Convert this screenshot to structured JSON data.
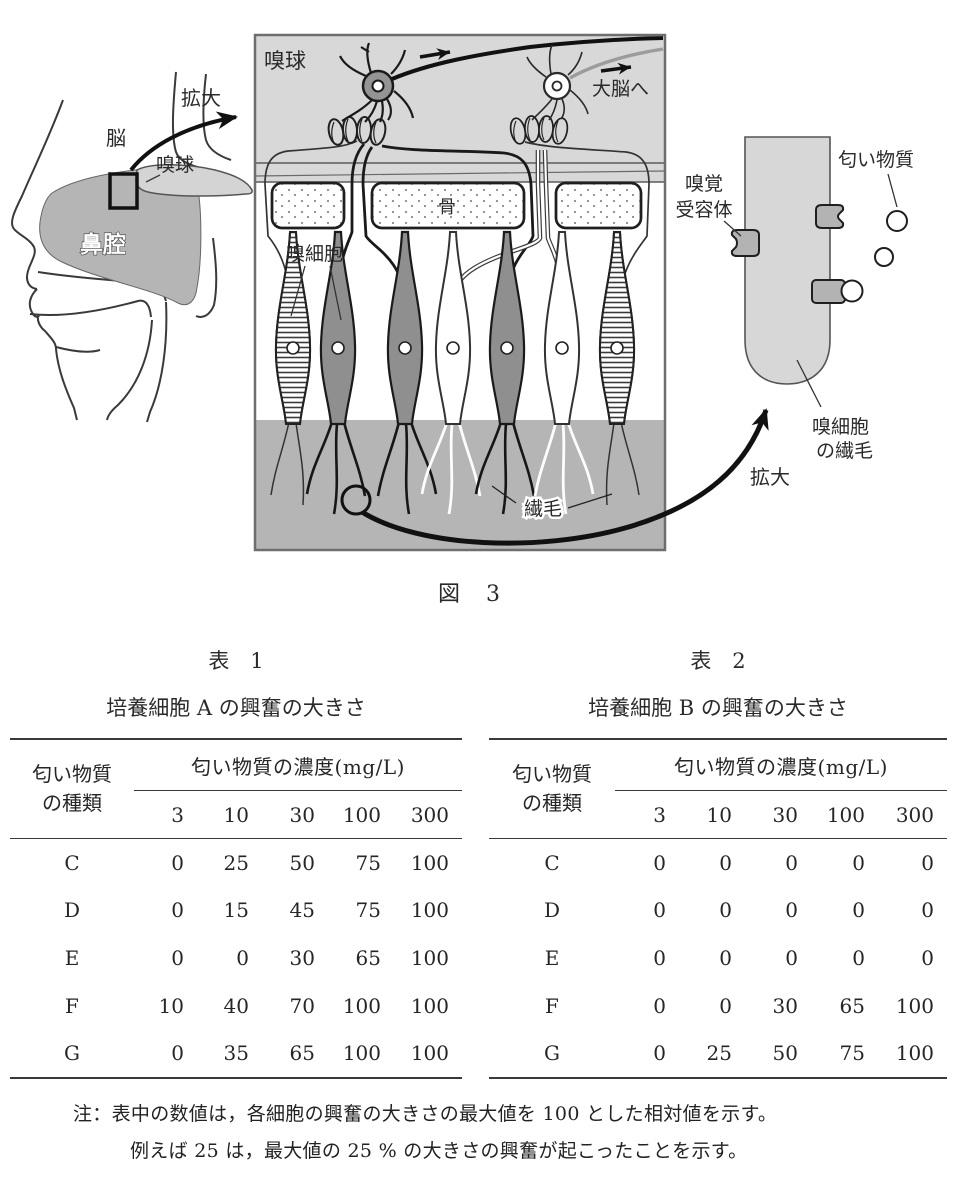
{
  "figure": {
    "caption": "図　3",
    "head_diagram": {
      "magnify_label": "拡大",
      "brain_label": "脳",
      "olfactory_bulb_label": "嗅球",
      "nasal_cavity_label": "鼻腔"
    },
    "bulb_diagram": {
      "olfactory_bulb_label": "嗅球",
      "to_cerebrum_label": "大脳へ",
      "bone_label": "骨",
      "olfactory_cell_label": "嗅細胞",
      "cilia_label": "繊毛"
    },
    "cilium_diagram": {
      "receptor_label_line1": "嗅覚",
      "receptor_label_line2": "受容体",
      "odorant_label": "匂い物質",
      "cilium_label_line1": "嗅細胞",
      "cilium_label_line2": "の繊毛",
      "magnify_label": "拡大"
    }
  },
  "tables": [
    {
      "table_label": "表　1",
      "title": "培養細胞 A の興奮の大きさ",
      "row_header_line1": "匂い物質",
      "row_header_line2": "の種類",
      "col_group_header": "匂い物質の濃度(mg/L)",
      "concentrations": [
        "3",
        "10",
        "30",
        "100",
        "300"
      ],
      "rows": [
        {
          "substance": "C",
          "values": [
            "0",
            "25",
            "50",
            "75",
            "100"
          ]
        },
        {
          "substance": "D",
          "values": [
            "0",
            "15",
            "45",
            "75",
            "100"
          ]
        },
        {
          "substance": "E",
          "values": [
            "0",
            "0",
            "30",
            "65",
            "100"
          ]
        },
        {
          "substance": "F",
          "values": [
            "10",
            "40",
            "70",
            "100",
            "100"
          ]
        },
        {
          "substance": "G",
          "values": [
            "0",
            "35",
            "65",
            "100",
            "100"
          ]
        }
      ]
    },
    {
      "table_label": "表　2",
      "title": "培養細胞 B の興奮の大きさ",
      "row_header_line1": "匂い物質",
      "row_header_line2": "の種類",
      "col_group_header": "匂い物質の濃度(mg/L)",
      "concentrations": [
        "3",
        "10",
        "30",
        "100",
        "300"
      ],
      "rows": [
        {
          "substance": "C",
          "values": [
            "0",
            "0",
            "0",
            "0",
            "0"
          ]
        },
        {
          "substance": "D",
          "values": [
            "0",
            "0",
            "0",
            "0",
            "0"
          ]
        },
        {
          "substance": "E",
          "values": [
            "0",
            "0",
            "0",
            "0",
            "0"
          ]
        },
        {
          "substance": "F",
          "values": [
            "0",
            "0",
            "30",
            "65",
            "100"
          ]
        },
        {
          "substance": "G",
          "values": [
            "0",
            "25",
            "50",
            "75",
            "100"
          ]
        }
      ]
    }
  ],
  "note": {
    "line1": "注：表中の数値は，各細胞の興奮の大きさの最大値を 100 とした相対値を示す。",
    "line2": "例えば 25 は，最大値の 25 % の大きさの興奮が起こったことを示す。"
  },
  "colors": {
    "bulb_gray": "#d8d8d8",
    "mucus_gray": "#b5b5b5",
    "cell_dark_gray": "#949494",
    "capsule_gray": "#d7d7d7",
    "receptor_gray": "#b3b3b3",
    "ink": "#1a1a1a"
  }
}
